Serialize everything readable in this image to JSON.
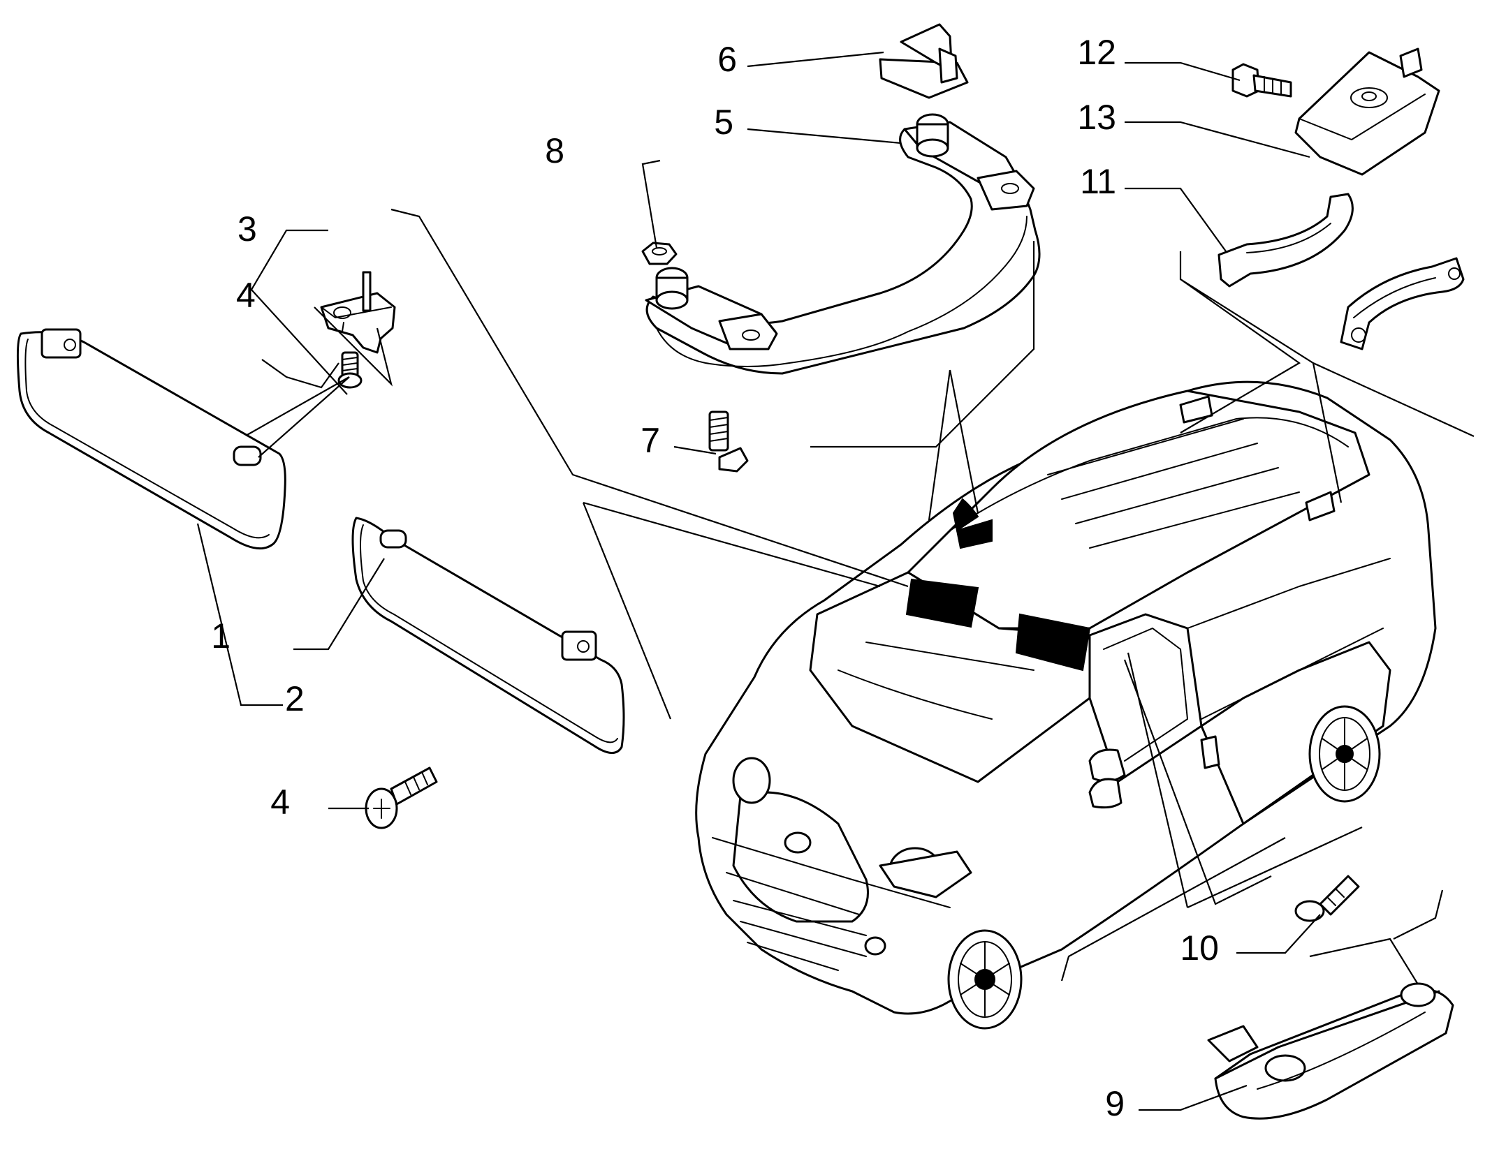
{
  "callouts": [
    {
      "id": "1",
      "label": "1"
    },
    {
      "id": "2",
      "label": "2"
    },
    {
      "id": "3",
      "label": "3"
    },
    {
      "id": "4a",
      "label": "4"
    },
    {
      "id": "4b",
      "label": "4"
    },
    {
      "id": "5",
      "label": "5"
    },
    {
      "id": "6",
      "label": "6"
    },
    {
      "id": "7",
      "label": "7"
    },
    {
      "id": "8",
      "label": "8"
    },
    {
      "id": "9",
      "label": "9"
    },
    {
      "id": "10",
      "label": "10"
    },
    {
      "id": "11",
      "label": "11"
    },
    {
      "id": "12",
      "label": "12"
    },
    {
      "id": "13",
      "label": "13"
    }
  ]
}
